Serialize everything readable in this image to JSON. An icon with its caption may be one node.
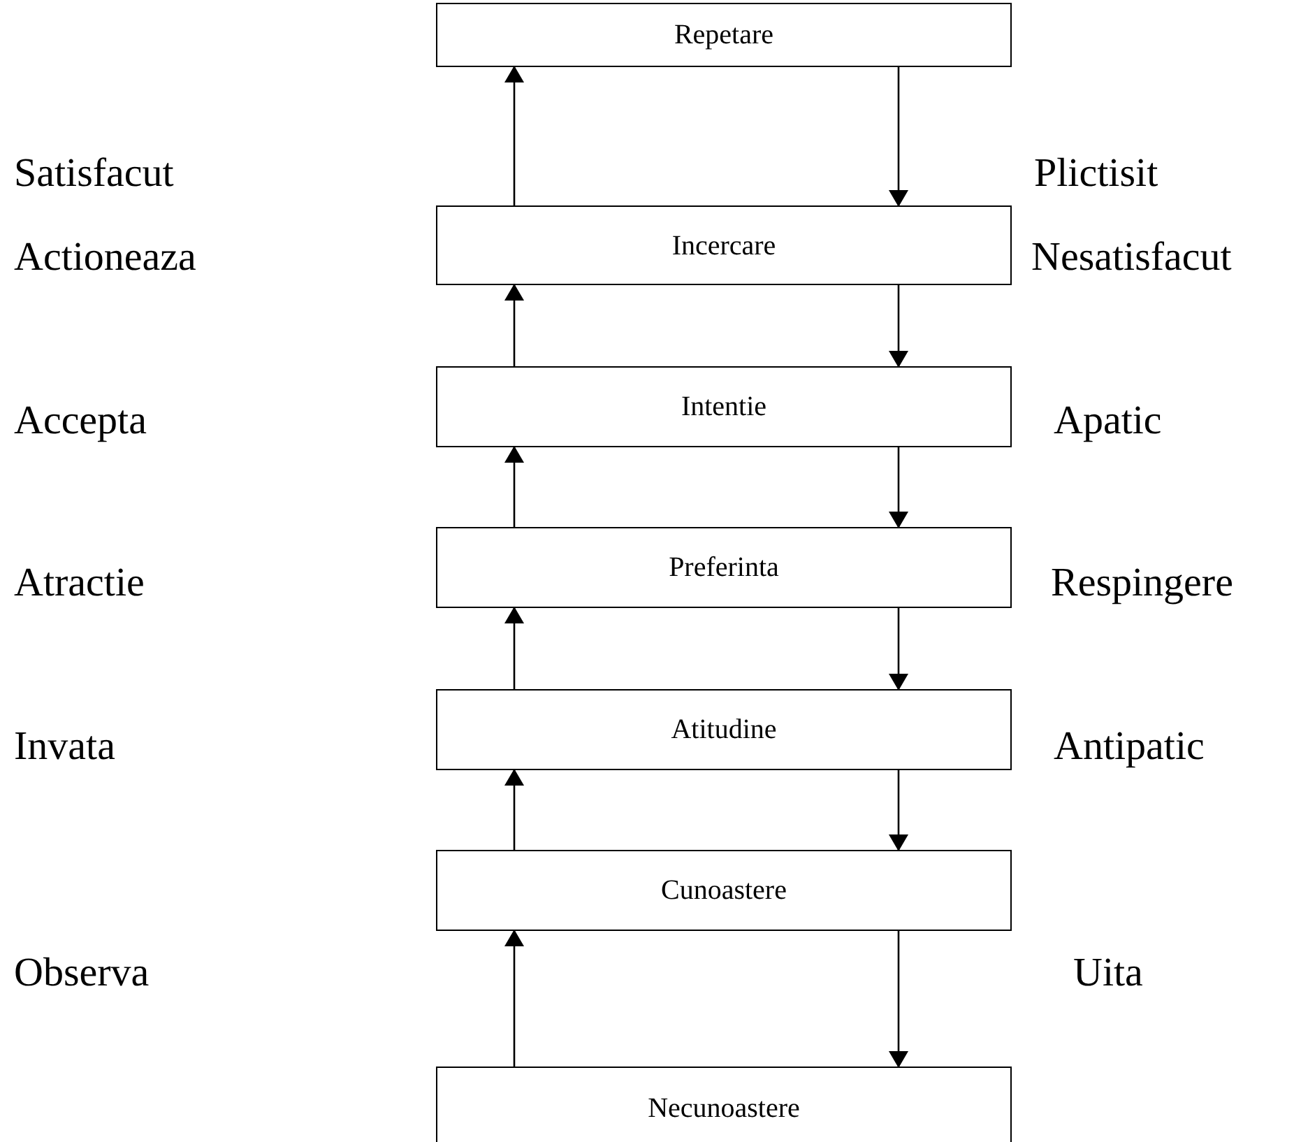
{
  "diagram": {
    "nodes": [
      {
        "text": [
          "Repetare"
        ]
      },
      {
        "text": [
          "Incercare"
        ]
      },
      {
        "text": [
          "Intentie"
        ]
      },
      {
        "text": [
          "Preferinta"
        ]
      },
      {
        "text": [
          "Atitudine"
        ]
      },
      {
        "text": [
          "Cunoastere"
        ]
      },
      {
        "text": [
          "Necunoastere"
        ]
      }
    ],
    "edges": [
      {
        "from": 1,
        "to": 0,
        "arrow": "to"
      },
      {
        "from": 0,
        "to": 1,
        "arrow": "to"
      },
      {
        "from": 2,
        "to": 1,
        "arrow": "to"
      },
      {
        "from": 1,
        "to": 2,
        "arrow": "to"
      },
      {
        "from": 3,
        "to": 2,
        "arrow": "to"
      },
      {
        "from": 2,
        "to": 3,
        "arrow": "to"
      },
      {
        "from": 4,
        "to": 3,
        "arrow": "to"
      },
      {
        "from": 3,
        "to": 4,
        "arrow": "to"
      },
      {
        "from": 5,
        "to": 4,
        "arrow": "to"
      },
      {
        "from": 4,
        "to": 5,
        "arrow": "to"
      },
      {
        "from": 6,
        "to": 5,
        "arrow": "to"
      },
      {
        "from": 5,
        "to": 6,
        "arrow": "to"
      }
    ],
    "labels": [
      "Satisfacut",
      "Plictisit",
      "Actioneaza",
      "Nesatisfacut",
      "Accepta",
      "Apatic",
      "Atractie",
      "Respingere",
      "Invata",
      "Antipatic",
      "Observa",
      "Uita"
    ]
  }
}
